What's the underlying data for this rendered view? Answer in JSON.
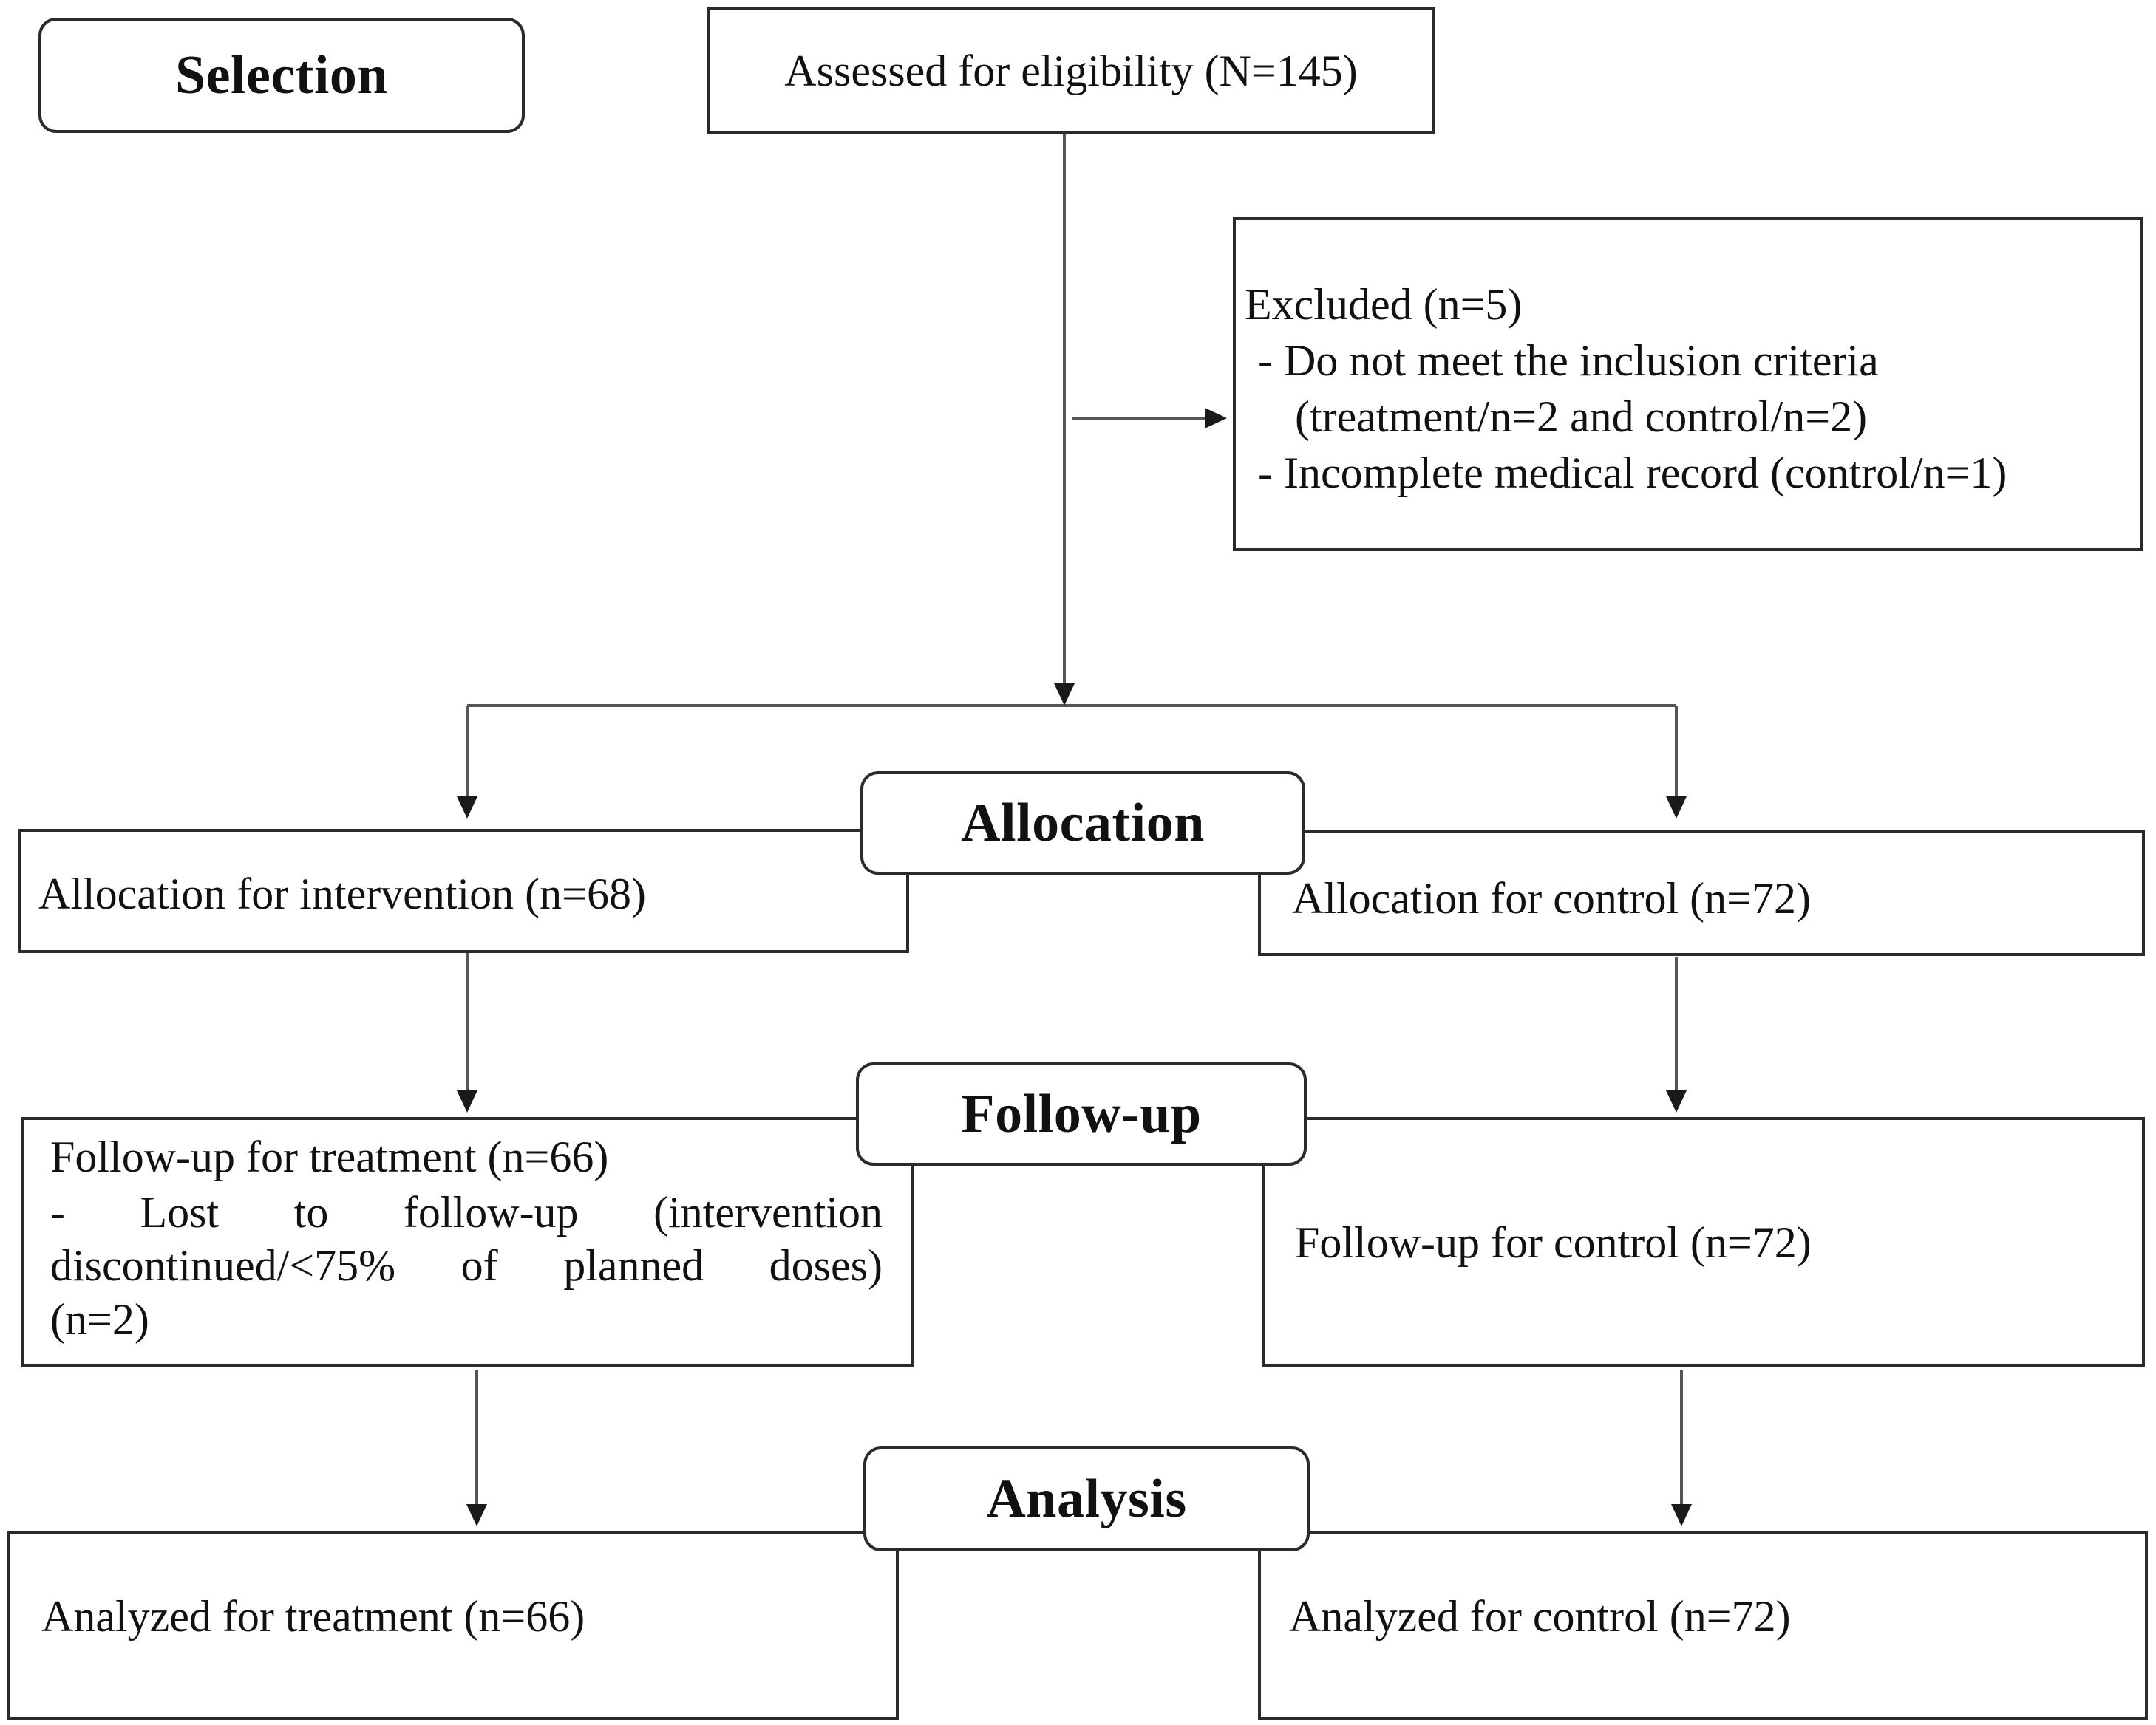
{
  "stages": {
    "selection": "Selection",
    "allocation": "Allocation",
    "follow_up": "Follow-up",
    "analysis": "Analysis"
  },
  "assessed": "Assessed for eligibility (N=145)",
  "excluded": {
    "title": "Excluded (n=5)",
    "line1": "- Do not meet the inclusion criteria",
    "line2": "(treatment/n=2 and control/n=2)",
    "line3": "- Incomplete medical record (control/n=1)"
  },
  "allocation": {
    "intervention": "Allocation for intervention (n=68)",
    "control": "Allocation for control (n=72)"
  },
  "follow_up": {
    "treatment_title": "Follow-up for treatment (n=66)",
    "treatment_lost_line1": [
      "-",
      "Lost",
      "to",
      "follow-up",
      "(intervention"
    ],
    "treatment_lost_line2": [
      "discontinued/<75%",
      "of",
      "planned",
      "doses)"
    ],
    "treatment_lost_line3": "(n=2)",
    "control": "Follow-up for control (n=72)"
  },
  "analysis": {
    "treatment": "Analyzed for treatment (n=66)",
    "control": "Analyzed for control (n=72)"
  }
}
